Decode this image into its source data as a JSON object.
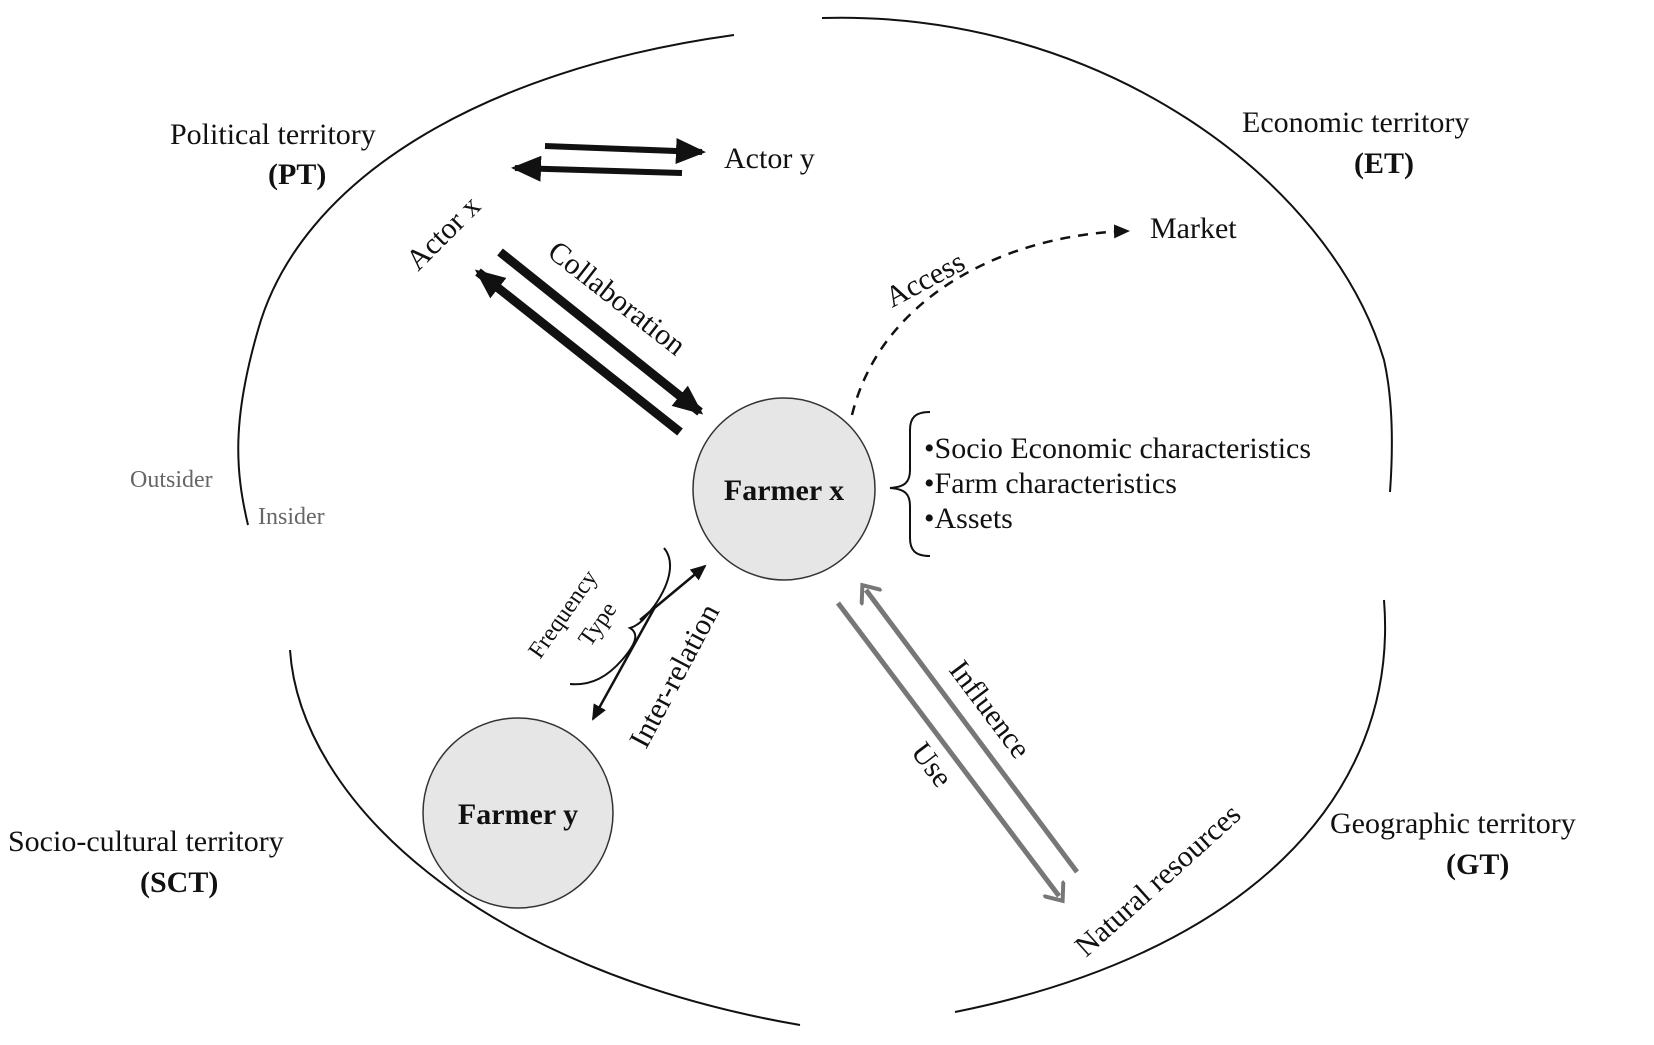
{
  "territories": {
    "political": {
      "name": "Political territory",
      "abbr": "(PT)"
    },
    "economic": {
      "name": "Economic territory",
      "abbr": "(ET)"
    },
    "socio_cultural": {
      "name": "Socio-cultural territory",
      "abbr": "(SCT)"
    },
    "geographic": {
      "name": "Geographic territory",
      "abbr": "(GT)"
    }
  },
  "boundary": {
    "outsider": "Outsider",
    "insider": "Insider"
  },
  "actors": {
    "actor_x": "Actor x",
    "actor_y": "Actor y",
    "market": "Market",
    "natural_resources": "Natural resources"
  },
  "farmers": {
    "farmer_x": "Farmer x",
    "farmer_y": "Farmer y"
  },
  "relations": {
    "collaboration": "Collaboration",
    "access": "Access",
    "inter_relation": "Inter-relation",
    "frequency": "Frequency",
    "type": "Type",
    "influence": "Influence",
    "use": "Use"
  },
  "characteristics": [
    "•Socio Economic characteristics",
    "•Farm characteristics",
    "•Assets"
  ],
  "colors": {
    "ink": "#111111",
    "grey_arrow": "#777777",
    "node_fill": "#e6e6e6",
    "grey_text": "#666666"
  }
}
